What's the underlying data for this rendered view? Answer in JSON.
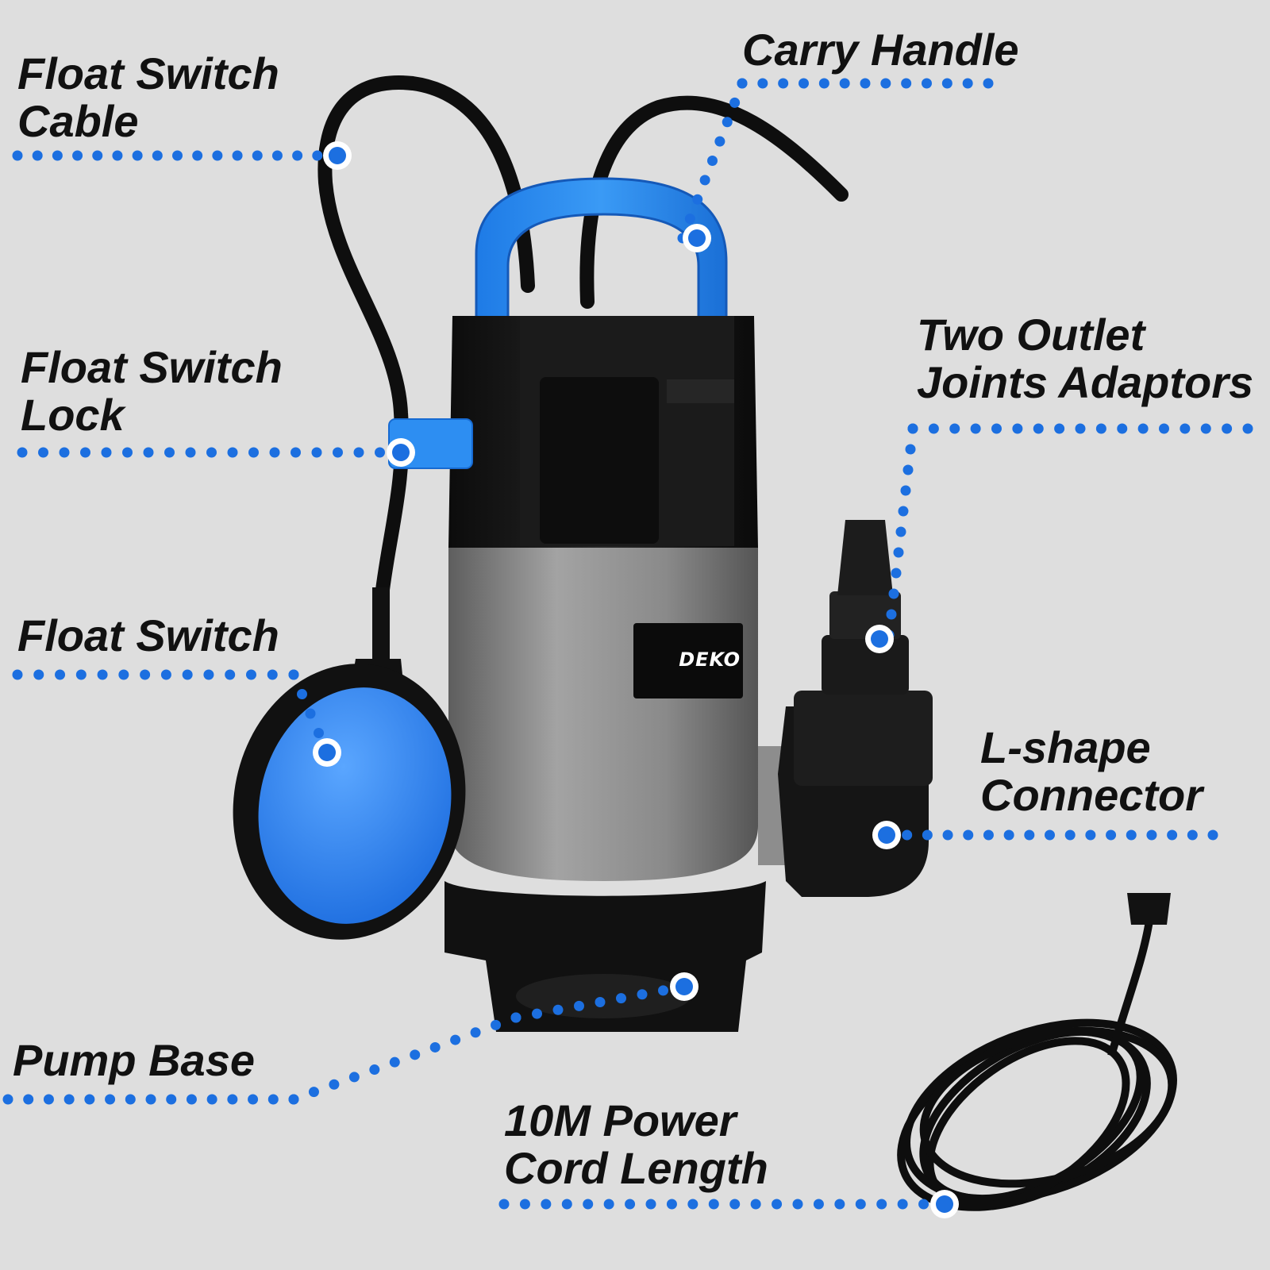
{
  "brand": {
    "logo_text": "DEKO"
  },
  "colors": {
    "background": "#dedede",
    "accent_blue": "#1c6fe0",
    "float_blue": "#2f86f0",
    "pump_black": "#141414",
    "pump_grey": "#8d8d8d",
    "text": "#111111"
  },
  "callouts": {
    "float_switch_cable": {
      "line1": "Float Switch",
      "line2": "Cable"
    },
    "carry_handle": {
      "line1": "Carry Handle"
    },
    "float_switch_lock": {
      "line1": "Float Switch",
      "line2": "Lock"
    },
    "two_outlet_joints": {
      "line1": "Two Outlet",
      "line2": "Joints Adaptors"
    },
    "float_switch": {
      "line1": "Float Switch"
    },
    "l_shape_connector": {
      "line1": "L-shape",
      "line2": "Connector"
    },
    "pump_base": {
      "line1": "Pump Base"
    },
    "power_cord": {
      "line1": "10M Power",
      "line2": "Cord Length"
    }
  }
}
